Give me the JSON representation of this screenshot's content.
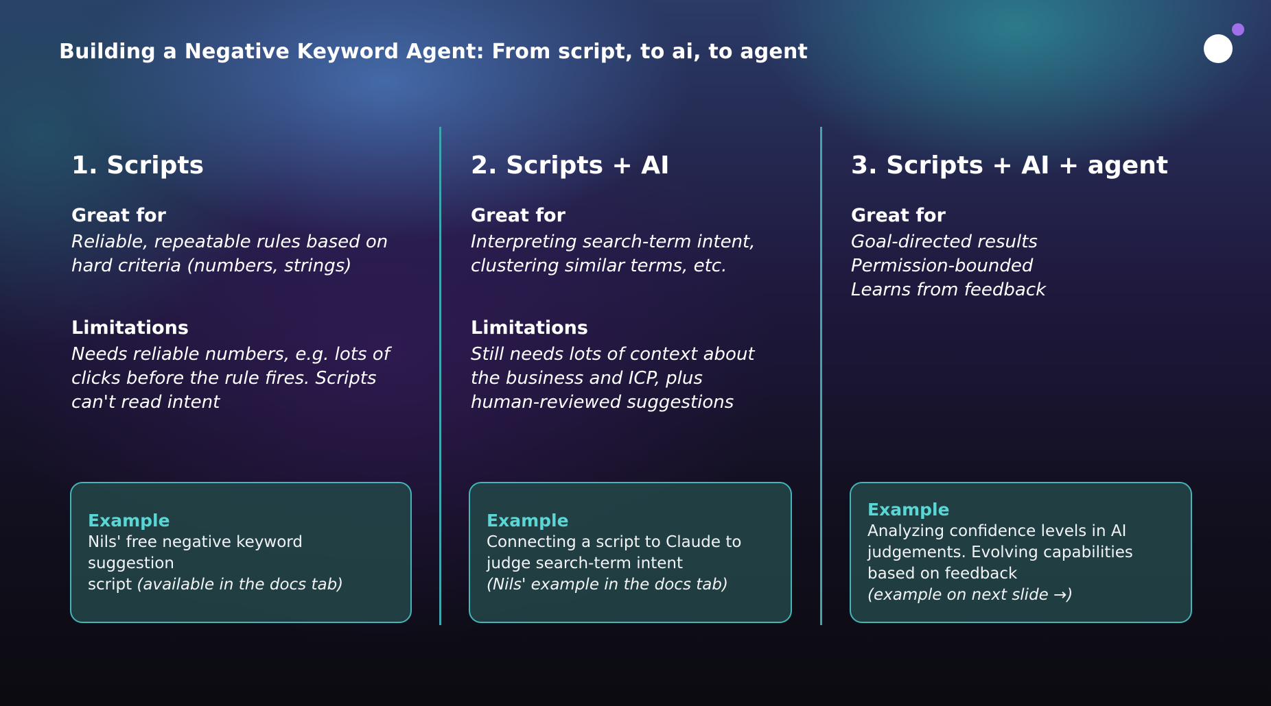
{
  "title": "Building a Negative Keyword Agent: From script, to ai, to agent",
  "columns": [
    {
      "heading": "1. Scripts",
      "great_for_label": "Great for",
      "great_for_lines": [
        "Reliable, repeatable rules based on",
        "hard criteria (numbers, strings)"
      ],
      "limitations_label": "Limitations",
      "limitations_lines": [
        "Needs reliable numbers, e.g. lots of",
        "clicks before the rule fires. Scripts",
        "can't read intent"
      ],
      "example": {
        "label": "Example",
        "lines": [
          "Nils' free negative keyword suggestion"
        ],
        "mixed_line": {
          "plain": "script ",
          "italic": "(available in the docs tab)"
        }
      }
    },
    {
      "heading": "2. Scripts + AI",
      "great_for_label": "Great for",
      "great_for_lines": [
        "Interpreting search-term intent,",
        "clustering similar terms, etc."
      ],
      "limitations_label": "Limitations",
      "limitations_lines": [
        "Still needs lots of context about",
        "the business and ICP, plus",
        "human-reviewed suggestions"
      ],
      "example": {
        "label": "Example",
        "lines": [
          "Connecting a script to Claude to",
          "judge search-term intent"
        ],
        "italic_line": "(Nils' example in the docs tab)"
      }
    },
    {
      "heading": "3. Scripts + AI + agent",
      "great_for_label": "Great for",
      "great_for_lines": [
        "Goal-directed results",
        "Permission-bounded",
        "Learns from feedback"
      ],
      "example": {
        "label": "Example",
        "lines": [
          "Analyzing confidence levels in AI",
          "judgements. Evolving capabilities",
          "based on feedback"
        ],
        "italic_line": "(example on next slide →)"
      }
    }
  ],
  "colors": {
    "accent": "#5ad6d4",
    "divider": "#3fa6b0",
    "card_border": "#44b5b8",
    "logo_dot": "#a070e8"
  }
}
